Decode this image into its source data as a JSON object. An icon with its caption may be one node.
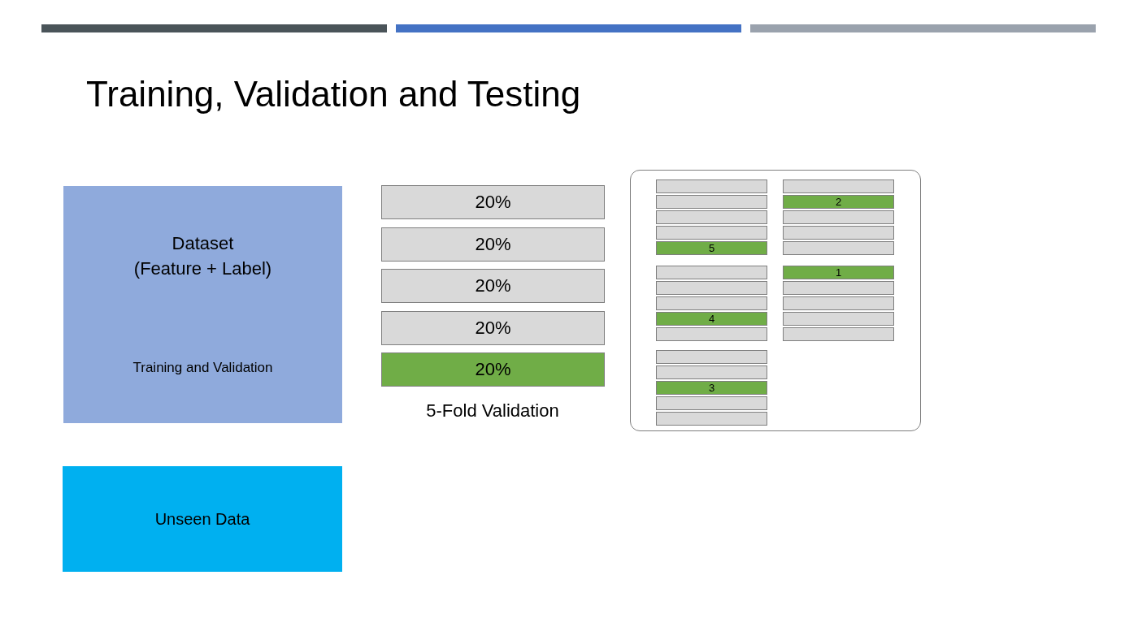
{
  "diagram": {
    "title": "Training, Validation and Testing",
    "nodes": [
      {
        "text": [
          "Dataset (Feature + Label)",
          "Training and Validation"
        ]
      },
      {
        "text": [
          "Unseen Data"
        ]
      },
      {
        "text": [
          "20%"
        ]
      },
      {
        "text": [
          "20%"
        ]
      },
      {
        "text": [
          "20%"
        ]
      },
      {
        "text": [
          "20%"
        ]
      },
      {
        "text": [
          "20%"
        ]
      },
      {
        "text": [],
        "shape": "box"
      },
      {
        "text": [],
        "shape": "bar",
        "in": 7
      },
      {
        "text": [],
        "shape": "bar",
        "in": 7
      },
      {
        "text": [],
        "shape": "bar",
        "in": 7
      },
      {
        "text": [],
        "shape": "bar",
        "in": 7
      },
      {
        "text": [
          "5"
        ],
        "in": 7
      },
      {
        "text": [],
        "shape": "bar",
        "in": 7
      },
      {
        "text": [
          "2"
        ],
        "in": 7
      },
      {
        "text": [],
        "shape": "bar",
        "in": 7
      },
      {
        "text": [],
        "shape": "bar",
        "in": 7
      },
      {
        "text": [],
        "shape": "bar",
        "in": 7
      },
      {
        "text": [],
        "shape": "bar",
        "in": 7
      },
      {
        "text": [],
        "shape": "bar",
        "in": 7
      },
      {
        "text": [],
        "shape": "bar",
        "in": 7
      },
      {
        "text": [
          "4"
        ],
        "in": 7
      },
      {
        "text": [],
        "shape": "bar",
        "in": 7
      },
      {
        "text": [
          "1"
        ],
        "in": 7
      },
      {
        "text": [],
        "shape": "bar",
        "in": 7
      },
      {
        "text": [],
        "shape": "bar",
        "in": 7
      },
      {
        "text": [],
        "shape": "bar",
        "in": 7
      },
      {
        "text": [],
        "shape": "bar",
        "in": 7
      },
      {
        "text": [],
        "shape": "bar",
        "in": 7
      },
      {
        "text": [],
        "shape": "bar",
        "in": 7
      },
      {
        "text": [
          "3"
        ],
        "in": 7
      },
      {
        "text": [],
        "shape": "bar",
        "in": 7
      },
      {
        "text": [],
        "shape": "bar",
        "in": 7
      }
    ],
    "labels": [
      "5-Fold Validation"
    ]
  }
}
